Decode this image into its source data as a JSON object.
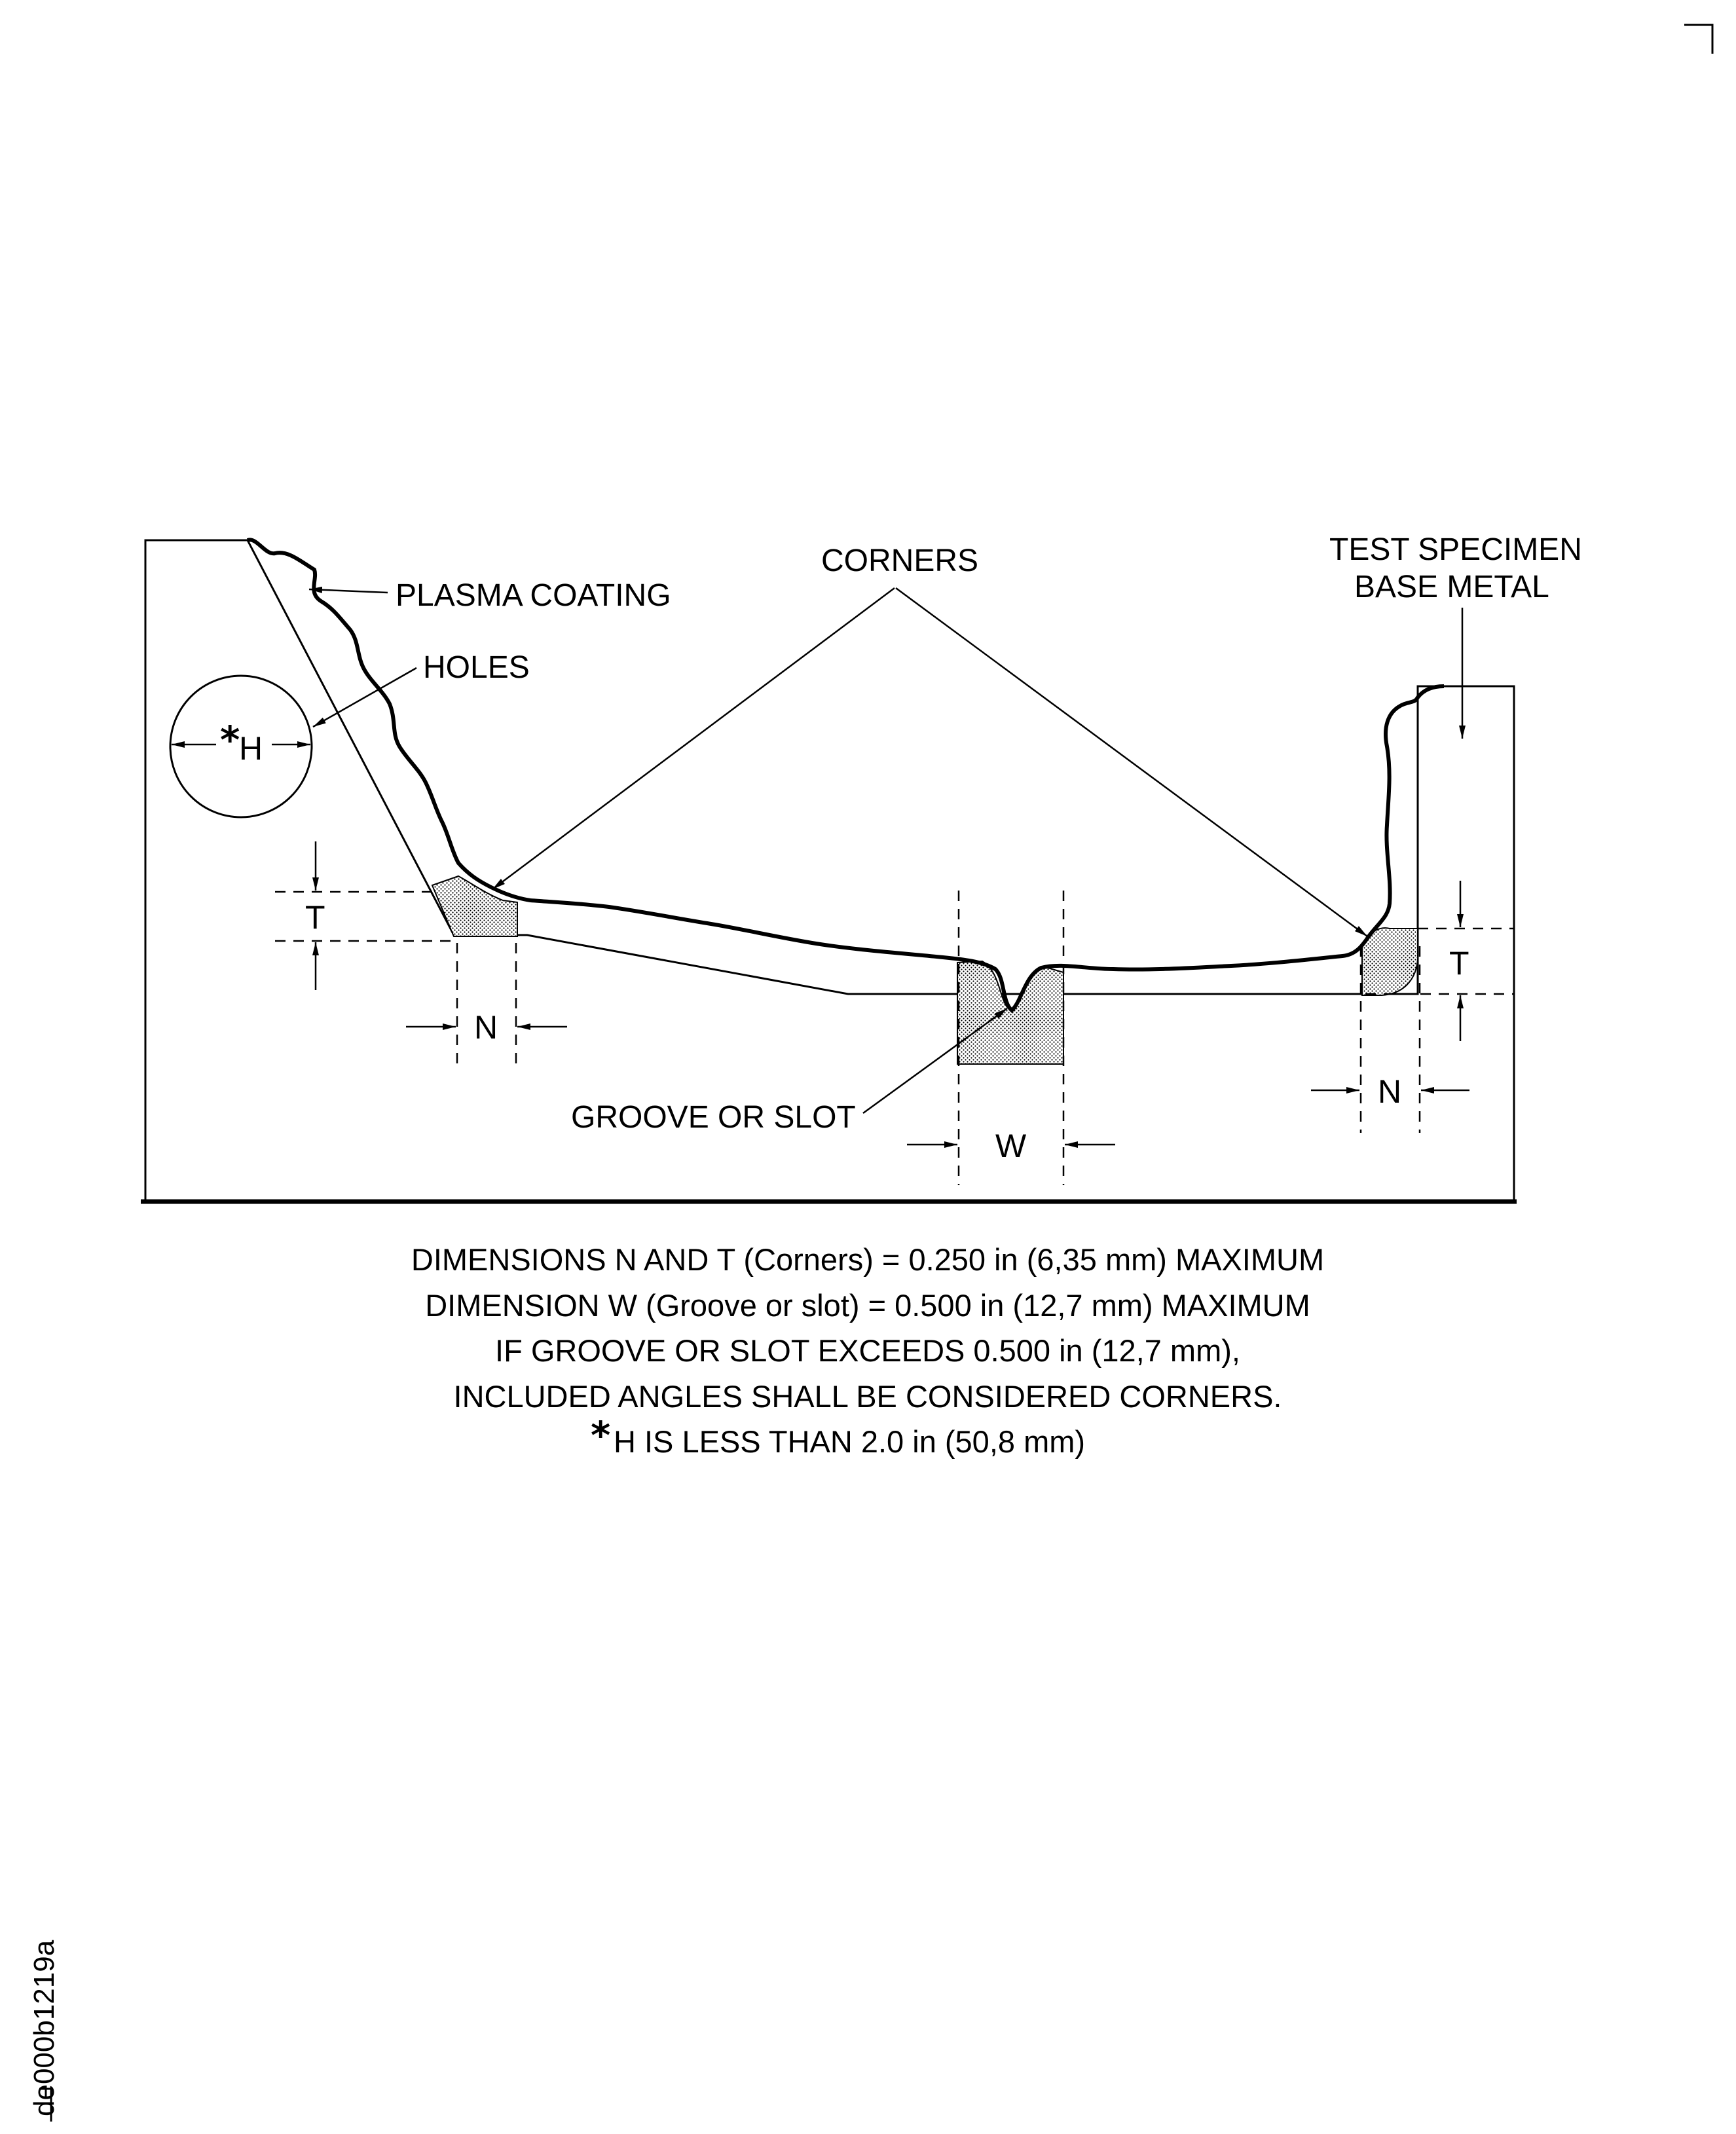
{
  "labels": {
    "plasma_coating": "PLASMA COATING",
    "holes": "HOLES",
    "corners": "CORNERS",
    "test_specimen_line1": "TEST SPECIMEN",
    "test_specimen_line2": "BASE METAL",
    "groove_or_slot": "GROOVE OR SLOT",
    "hole_dim": "H",
    "asterisk": "*",
    "dim_t_left": "T",
    "dim_t_right": "T",
    "dim_n_left": "N",
    "dim_n_right": "N",
    "dim_w": "W"
  },
  "notes": [
    "DIMENSIONS N AND T (Corners) = 0.250 in (6,35 mm) MAXIMUM",
    "DIMENSION W (Groove or slot) = 0.500 in (12,7 mm) MAXIMUM",
    "IF GROOVE OR SLOT EXCEEDS 0.500 in (12,7 mm),",
    "INCLUDED ANGLES SHALL BE CONSIDERED CORNERS.",
    "H IS LESS THAN 2.0 in (50,8 mm)"
  ],
  "note_asterisk": "*",
  "figure_code": "de000b1219a"
}
